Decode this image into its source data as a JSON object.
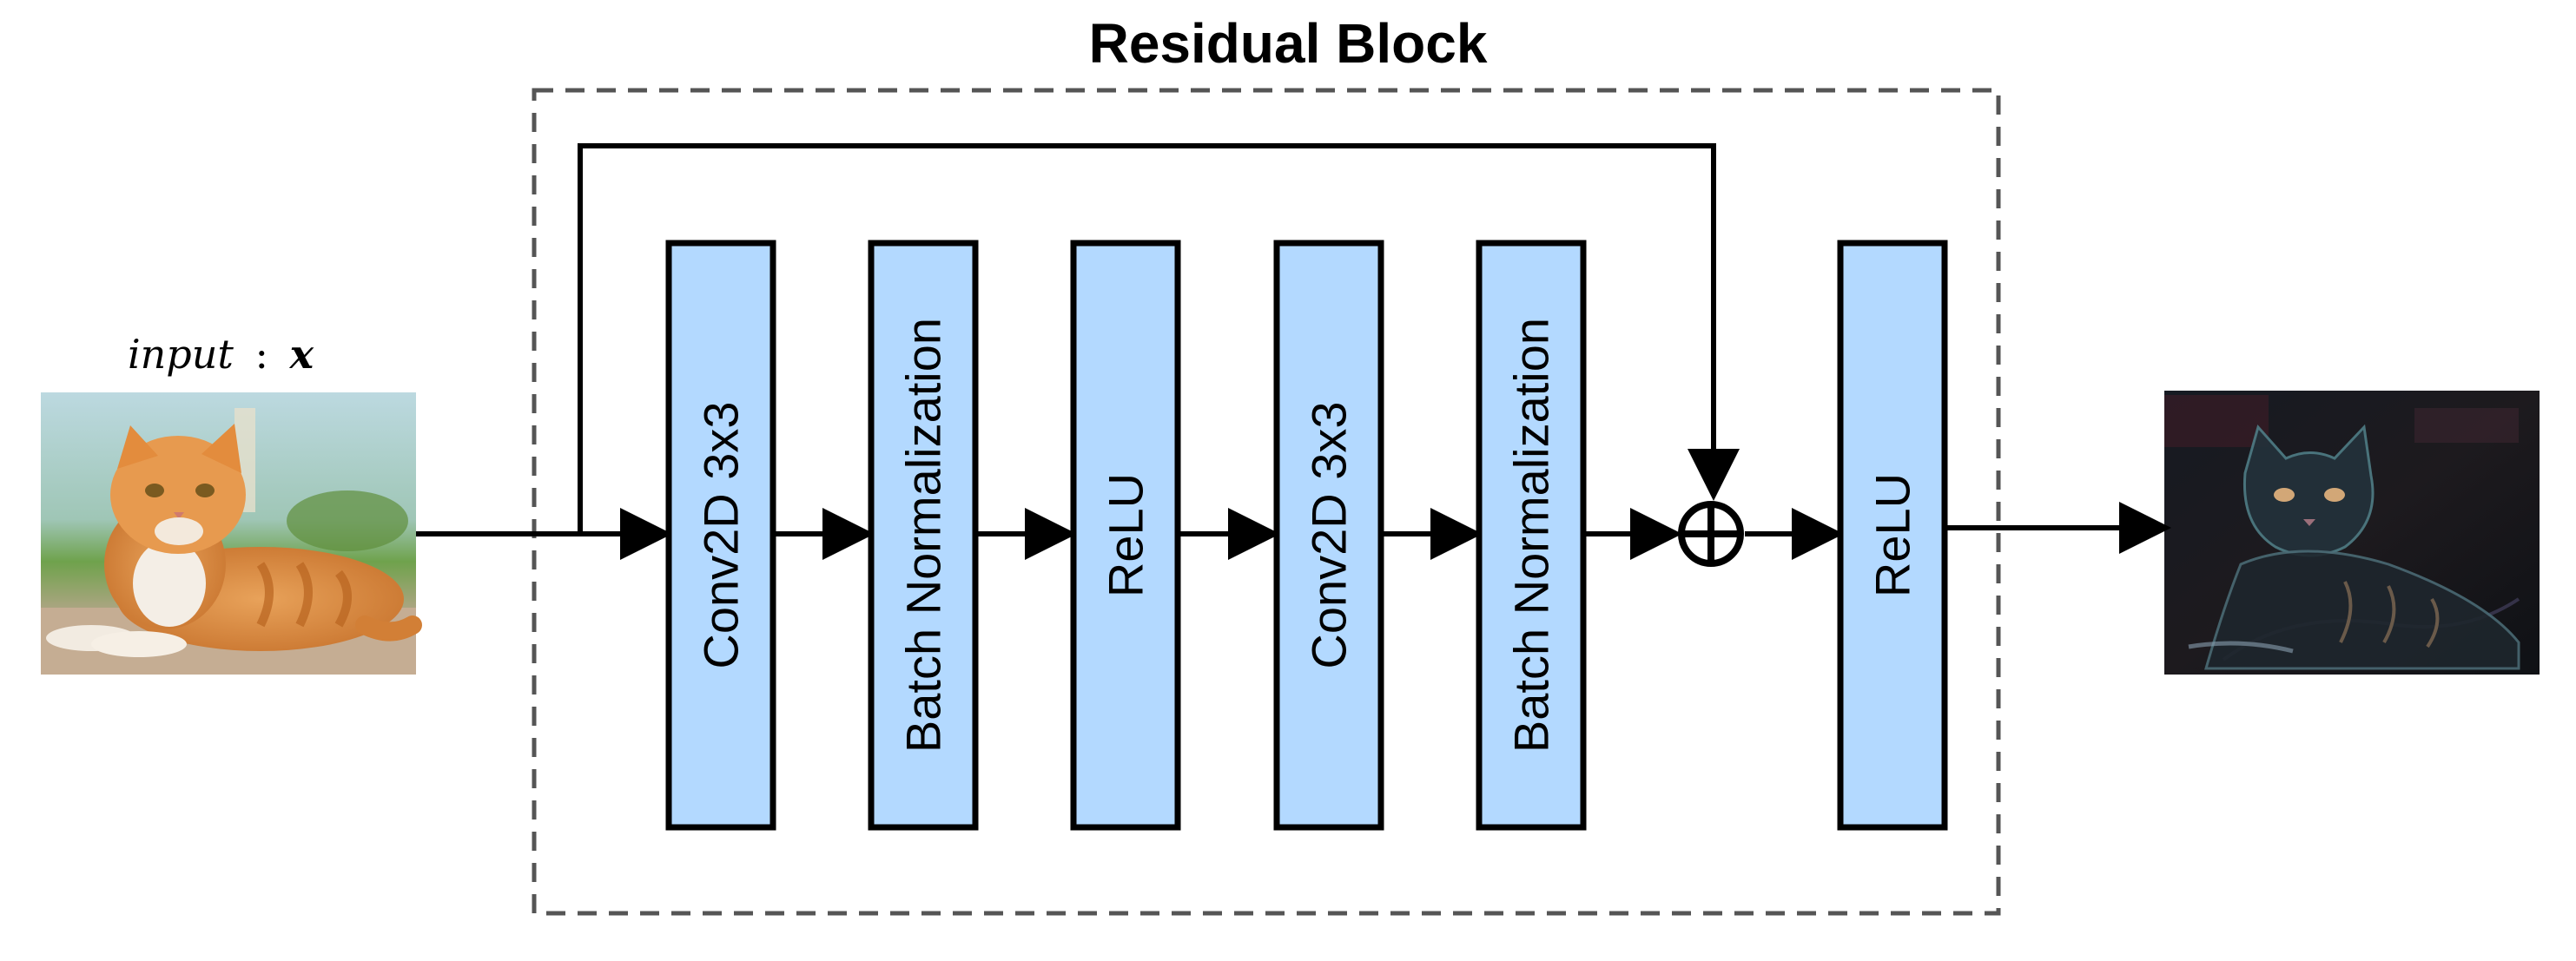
{
  "title": "Residual Block",
  "input_label_prefix": "input",
  "input_label_sep": ":",
  "input_label_var": "x",
  "blocks": [
    {
      "label": "Conv2D 3x3"
    },
    {
      "label": "Batch Normalization"
    },
    {
      "label": "ReLU"
    },
    {
      "label": "Conv2D 3x3"
    },
    {
      "label": "Batch Normalization"
    },
    {
      "label": "ReLU"
    }
  ],
  "operator_symbol": "add-circle",
  "colors": {
    "block_fill": "#b3d9ff",
    "block_stroke": "#000000",
    "dashed_border": "#555555",
    "input_image_theme": "orange-cat-photo",
    "output_image_theme": "dark-feature-map"
  },
  "icons": {
    "input_image": "cat-photo-image",
    "output_image": "feature-map-image",
    "add_operator": "plus-circle-icon"
  }
}
